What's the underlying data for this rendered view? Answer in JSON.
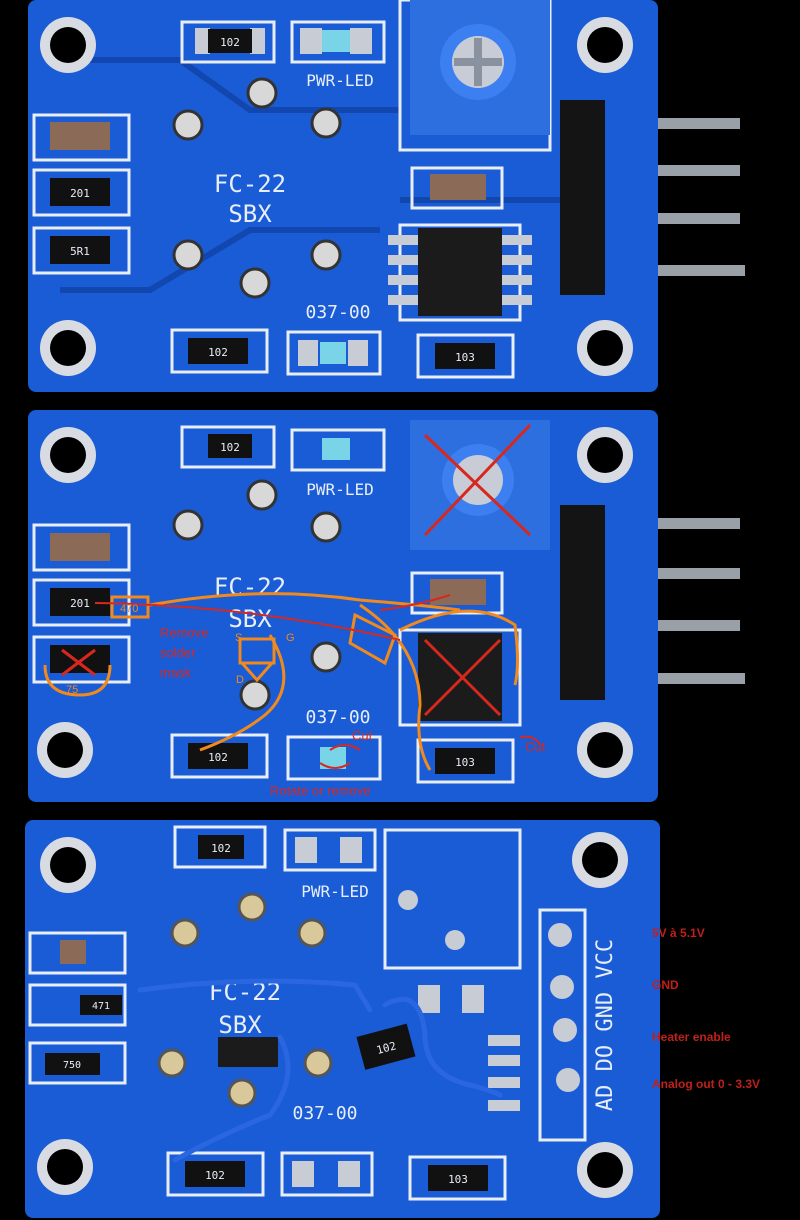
{
  "boards": [
    {
      "name": "original",
      "labels": {
        "pwr_led": "PWR-LED",
        "model": "FC-22",
        "sbx": "SBX",
        "code": "037-00",
        "r1": "102",
        "r2": "102",
        "r3": "103",
        "r4": "201",
        "r5": "5R1"
      }
    },
    {
      "name": "modified-plan",
      "labels": {
        "pwr_led": "PWR-LED",
        "model": "FC-22",
        "sbx": "SBX",
        "code": "037-00",
        "r1": "102",
        "r2": "102",
        "r3": "103",
        "r4": "201",
        "r_new1": "470",
        "r_new2": "75"
      },
      "annotations": {
        "remove_mask_1": "Remove",
        "remove_mask_2": "solder",
        "remove_mask_3": "mask",
        "cut1": "Cut",
        "cut2": "Cut",
        "rotate": "Rotate or remove",
        "pin_s": "S",
        "pin_g": "G",
        "pin_d": "D"
      }
    },
    {
      "name": "finished",
      "labels": {
        "pwr_led": "PWR-LED",
        "model": "FC-22",
        "sbx": "SBX",
        "code": "037-00",
        "r1": "102",
        "r2": "102",
        "r3": "103",
        "r4": "102",
        "r5": "471",
        "r6": "750",
        "pin_header": "AD DO GND VCC"
      },
      "pin_labels": {
        "vcc": "5V à 5.1V",
        "gnd": "GND",
        "do": "Heater enable",
        "ad": "Analog out 0 - 3.3V"
      }
    }
  ],
  "colors": {
    "pcb": "#1a5bd6",
    "pcb_dark": "#0f3f9e",
    "silk": "#e8eef8",
    "pad": "#c8ccd4",
    "annotation_orange": "#f08a1c",
    "annotation_red": "#d8281e",
    "wire_blue": "#2a66e0"
  }
}
